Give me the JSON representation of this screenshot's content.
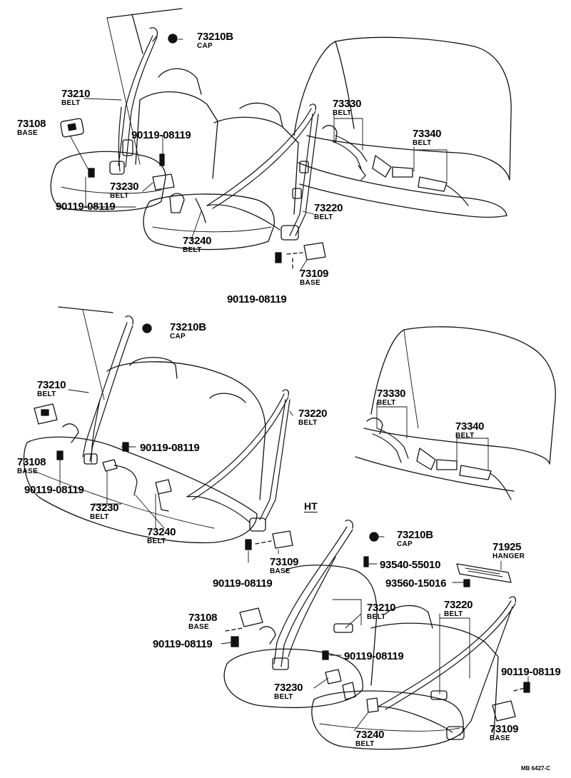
{
  "section_tag": "HT",
  "drawing_code": "MB 6427-C",
  "callouts": [
    {
      "id": "p1-73210b",
      "num": "73210B",
      "name": "CAP"
    },
    {
      "id": "p1-73210",
      "num": "73210",
      "name": "BELT"
    },
    {
      "id": "p1-73108",
      "num": "73108",
      "name": "BASE"
    },
    {
      "id": "p1-90119-a",
      "num": "90119-08119",
      "name": ""
    },
    {
      "id": "p1-73230",
      "num": "73230",
      "name": "BELT"
    },
    {
      "id": "p1-90119-b",
      "num": "90119-08119",
      "name": ""
    },
    {
      "id": "p1-73240",
      "num": "73240",
      "name": "BELT"
    },
    {
      "id": "p1-73330",
      "num": "73330",
      "name": "BELT"
    },
    {
      "id": "p1-73340",
      "num": "73340",
      "name": "BELT"
    },
    {
      "id": "p1-73220",
      "num": "73220",
      "name": "BELT"
    },
    {
      "id": "p1-73109",
      "num": "73109",
      "name": "BASE"
    },
    {
      "id": "p1-90119-c",
      "num": "90119-08119",
      "name": ""
    },
    {
      "id": "p2-73210b",
      "num": "73210B",
      "name": "CAP"
    },
    {
      "id": "p2-73210",
      "num": "73210",
      "name": "BELT"
    },
    {
      "id": "p2-73108",
      "num": "73108",
      "name": "BASE"
    },
    {
      "id": "p2-90119-a",
      "num": "90119-08119",
      "name": ""
    },
    {
      "id": "p2-90119-b",
      "num": "90119-08119",
      "name": ""
    },
    {
      "id": "p2-73230",
      "num": "73230",
      "name": "BELT"
    },
    {
      "id": "p2-73240",
      "num": "73240",
      "name": "BELT"
    },
    {
      "id": "p2-73220",
      "num": "73220",
      "name": "BELT"
    },
    {
      "id": "p2-73109",
      "num": "73109",
      "name": "BASE"
    },
    {
      "id": "p2-90119-c",
      "num": "90119-08119",
      "name": ""
    },
    {
      "id": "p3-73330",
      "num": "73330",
      "name": "BELT"
    },
    {
      "id": "p3-73340",
      "num": "73340",
      "name": "BELT"
    },
    {
      "id": "p4-73210b",
      "num": "73210B",
      "name": "CAP"
    },
    {
      "id": "p4-71925",
      "num": "71925",
      "name": "HANGER"
    },
    {
      "id": "p4-93540",
      "num": "93540-55010",
      "name": ""
    },
    {
      "id": "p4-93560",
      "num": "93560-15016",
      "name": ""
    },
    {
      "id": "p4-73210",
      "num": "73210",
      "name": "BELT"
    },
    {
      "id": "p4-73220",
      "num": "73220",
      "name": "BELT"
    },
    {
      "id": "p4-73108",
      "num": "73108",
      "name": "BASE"
    },
    {
      "id": "p4-90119-a",
      "num": "90119-08119",
      "name": ""
    },
    {
      "id": "p4-90119-b",
      "num": "90119-08119",
      "name": ""
    },
    {
      "id": "p4-90119-c",
      "num": "90119-08119",
      "name": ""
    },
    {
      "id": "p4-73230",
      "num": "73230",
      "name": "BELT"
    },
    {
      "id": "p4-73240",
      "num": "73240",
      "name": "BELT"
    },
    {
      "id": "p4-73109",
      "num": "73109",
      "name": "BASE"
    }
  ]
}
